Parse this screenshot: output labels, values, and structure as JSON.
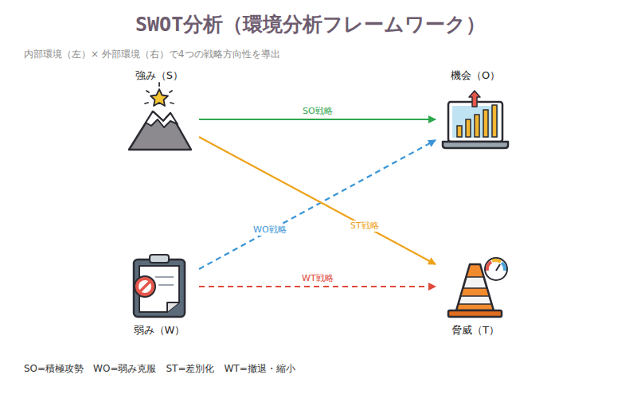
{
  "diagram": {
    "title": "SWOT分析（環境分析フレームワーク）",
    "nodes": [
      {
        "text": [
          "強み（S）"
        ]
      },
      {
        "text": [
          "機会（O）"
        ]
      },
      {
        "text": [
          "弱み（W）"
        ]
      },
      {
        "text": [
          "脅威（T）"
        ]
      }
    ],
    "edges": [
      {
        "from": 0,
        "to": 1,
        "label": "SO戦略",
        "arrow": "to"
      },
      {
        "from": 2,
        "to": 1,
        "label": "WO戦略",
        "arrow": "to"
      },
      {
        "from": 0,
        "to": 3,
        "label": "ST戦略",
        "arrow": "to"
      },
      {
        "from": 2,
        "to": 3,
        "label": "WT戦略",
        "arrow": "to"
      }
    ],
    "labels": [
      "内部環境（左）× 外部環境（右）で4つの戦略方向性を導出",
      "SO=積極攻勢　WO=弱み克服　ST=差別化　WT=撤退・縮小"
    ]
  }
}
